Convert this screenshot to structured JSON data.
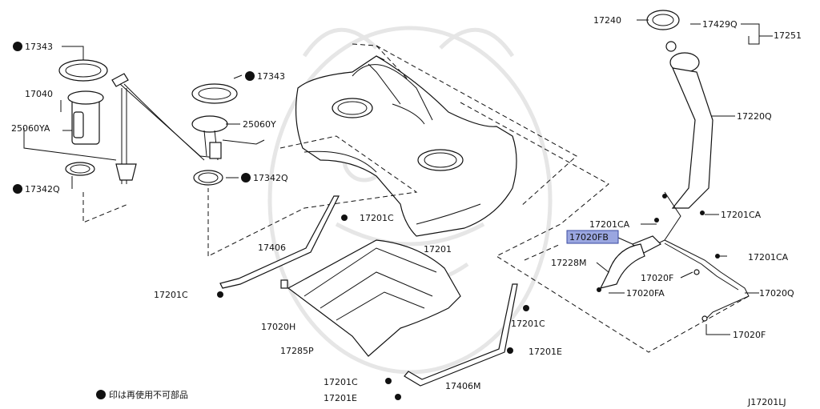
{
  "labels": {
    "p17343_a": "17343",
    "p17040": "17040",
    "p25060ya": "25060YA",
    "p17342q_a": "17342Q",
    "p17343_b": "17343",
    "p25060y": "25060Y",
    "p17342q_b": "17342Q",
    "p17201c_a": "17201C",
    "p17406": "17406",
    "p17201c_b": "17201C",
    "p17201": "17201",
    "p17020h": "17020H",
    "p17285p": "17285P",
    "p17201c_c": "17201C",
    "p17201e_a": "17201E",
    "p17201c_d": "17201C",
    "p17201e_b": "17201E",
    "p17406m": "17406M",
    "p17240": "17240",
    "p17429q": "17429Q",
    "p17251": "17251",
    "p17220q": "17220Q",
    "p17201ca_a": "17201CA",
    "p17201ca_b": "17201CA",
    "p17020fb": "17020FB",
    "p17228m": "17228M",
    "p17201ca_c": "17201CA",
    "p17020f_a": "17020F",
    "p17020q": "17020Q",
    "p17020fa": "17020FA",
    "p17020f_b": "17020F"
  },
  "legend": "印は再使用不可部品",
  "diagram_code": "J17201LJ",
  "highlight_color": "#9aa6e0"
}
